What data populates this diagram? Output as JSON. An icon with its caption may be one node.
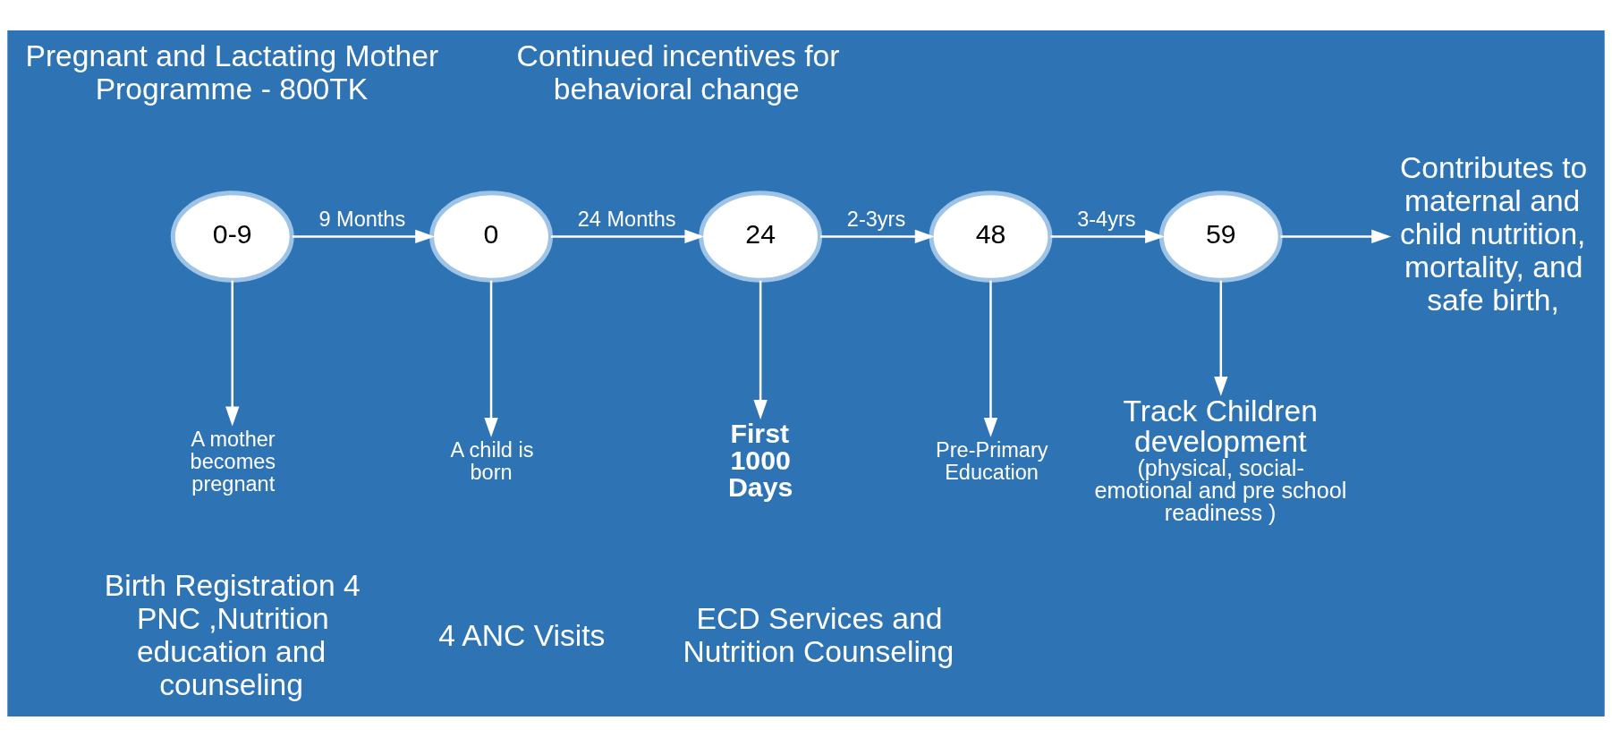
{
  "diagram": {
    "nodes": [
      {
        "text": [
          "0-9"
        ]
      },
      {
        "text": [
          "0"
        ]
      },
      {
        "text": [
          "24"
        ]
      },
      {
        "text": [
          "48"
        ]
      },
      {
        "text": [
          "59"
        ]
      },
      {
        "text": [
          "A mother becomes pregnant"
        ]
      },
      {
        "text": [
          "A child is born"
        ]
      },
      {
        "text": [
          "First 1000 Days"
        ]
      },
      {
        "text": [
          "Pre-Primary Education"
        ]
      },
      {
        "text": [
          "Contributes to maternal and child nutrition, mortality, and safe birth,"
        ]
      },
      {
        "text": [
          "Track Children development",
          "(physical, social-emotional and pre school readiness )"
        ]
      }
    ],
    "edges": [
      {
        "from": 0,
        "to": 1,
        "arrow": "to",
        "label": "9 Months"
      },
      {
        "from": 1,
        "to": 2,
        "arrow": "to",
        "label": "24 Months"
      },
      {
        "from": 2,
        "to": 3,
        "arrow": "to",
        "label": "2-3yrs"
      },
      {
        "from": 3,
        "to": 4,
        "arrow": "to",
        "label": "3-4yrs"
      },
      {
        "from": 0,
        "to": 5,
        "arrow": "to"
      },
      {
        "from": 1,
        "to": 6,
        "arrow": "to"
      },
      {
        "from": 2,
        "to": 7,
        "arrow": "to"
      },
      {
        "from": 3,
        "to": 8,
        "arrow": "to"
      },
      {
        "from": 4,
        "to": 9,
        "arrow": "to"
      },
      {
        "from": 4,
        "to": 10,
        "arrow": "to"
      }
    ],
    "labels": [
      "Pregnant and Lactating Mother Programme - 800TK",
      "Continued incentives for behavioral change",
      "Birth Registration 4 PNC ,Nutrition education and counseling",
      "4 ANC Visits",
      "ECD Services and Nutrition Counseling"
    ]
  }
}
